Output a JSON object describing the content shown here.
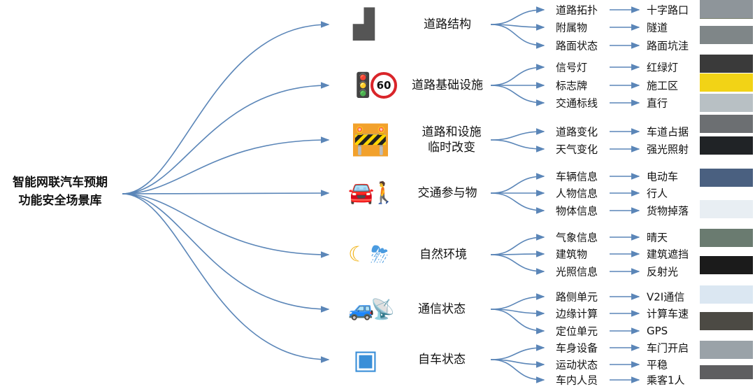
{
  "title": [
    "智能网联汽车预期",
    "功能安全场景库"
  ],
  "colors": {
    "line": "#5b86b8"
  },
  "categories": [
    {
      "label": [
        "道路结构"
      ],
      "icons": [
        "road-intersection-icon"
      ],
      "items": [
        {
          "name": "道路拓扑",
          "example": "十字路口",
          "thumb": "crossroad-photo"
        },
        {
          "name": "附属物",
          "example": "隧道",
          "thumb": "tunnel-photo"
        },
        {
          "name": "路面状态",
          "example": "路面坑洼",
          "thumb": "pothole-photo"
        }
      ]
    },
    {
      "label": [
        "道路基础设施"
      ],
      "icons": [
        "traffic-light-icon",
        "speed-limit-sign-icon"
      ],
      "speed": "60",
      "items": [
        {
          "name": "信号灯",
          "example": "红绿灯",
          "thumb": "traffic-light-photo"
        },
        {
          "name": "标志牌",
          "example": "施工区",
          "thumb": "chevron-sign-photo"
        },
        {
          "name": "交通标线",
          "example": "直行",
          "thumb": "lane-marking-photo"
        }
      ]
    },
    {
      "label": [
        "道路和设施",
        "临时改变"
      ],
      "icons": [
        "road-work-icon"
      ],
      "items": [
        {
          "name": "道路变化",
          "example": "车道占据",
          "thumb": "lane-occupied-photo"
        },
        {
          "name": "天气变化",
          "example": "强光照射",
          "thumb": "glare-photo"
        }
      ]
    },
    {
      "label": [
        "交通参与物"
      ],
      "icons": [
        "car-icon",
        "pedestrian-icon"
      ],
      "items": [
        {
          "name": "车辆信息",
          "example": "电动车",
          "thumb": "e-bike-photo"
        },
        {
          "name": "人物信息",
          "example": "行人",
          "thumb": ""
        },
        {
          "name": "物体信息",
          "example": "货物掉落",
          "thumb": "falling-cargo-photo"
        }
      ]
    },
    {
      "label": [
        "自然环境"
      ],
      "icons": [
        "moon-icon",
        "storm-cloud-icon"
      ],
      "items": [
        {
          "name": "气象信息",
          "example": "晴天",
          "thumb": "sunny-road-photo"
        },
        {
          "name": "建筑物",
          "example": "建筑遮挡",
          "thumb": ""
        },
        {
          "name": "光照信息",
          "example": "反射光",
          "thumb": "reflection-photo"
        }
      ]
    },
    {
      "label": [
        "通信状态"
      ],
      "icons": [
        "connected-car-icon",
        "antenna-icon"
      ],
      "items": [
        {
          "name": "路侧单元",
          "example": "V2I通信",
          "thumb": "v2i-diagram"
        },
        {
          "name": "边缘计算",
          "example": "计算车速",
          "thumb": ""
        },
        {
          "name": "定位单元",
          "example": "GPS",
          "thumb": "gps-photo"
        }
      ]
    },
    {
      "label": [
        "自车状态"
      ],
      "icons": [
        "vehicle-control-icon"
      ],
      "items": [
        {
          "name": "车身设备",
          "example": "车门开启",
          "thumb": "car-door-photo"
        },
        {
          "name": "运动状态",
          "example": "平稳",
          "thumb": ""
        },
        {
          "name": "车内人员",
          "example": "乘客1人",
          "thumb": "passenger-photo"
        }
      ]
    }
  ]
}
